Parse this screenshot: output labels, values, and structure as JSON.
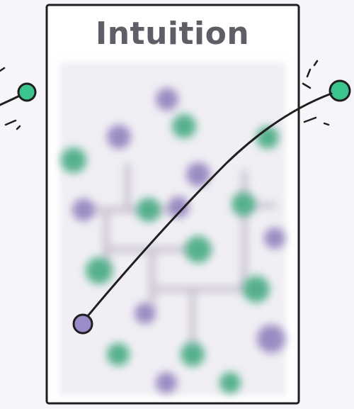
{
  "panel": {
    "title": "Intuition"
  },
  "colors": {
    "background": "#f7f5f9",
    "frame": "#1f1f1f",
    "title_text": "#5e5e66",
    "green_node": "#3cc48f",
    "purple_node": "#9b8cc9",
    "blurred_green": "#55b08c",
    "blurred_purple": "#9a8bc2",
    "blurred_path": "#b9b3c4"
  },
  "icons": {
    "left_endpoint": "green-circle",
    "right_endpoint": "green-circle",
    "inner_endpoint": "purple-circle",
    "spark_marks": "motion-lines"
  }
}
